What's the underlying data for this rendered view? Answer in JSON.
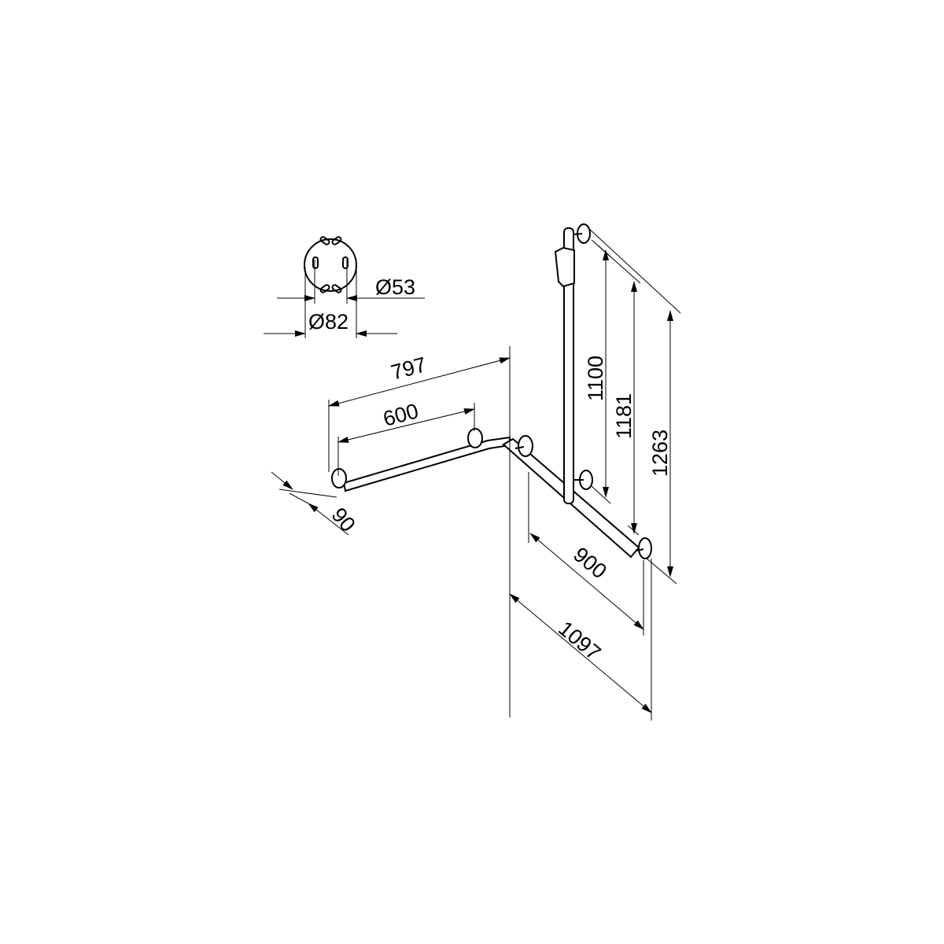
{
  "rosette": {
    "outer_diameter": "Ø82",
    "hole_circle_diameter": "Ø53"
  },
  "dimensions": {
    "overall_horizontal": "797",
    "horizontal_rail": "600",
    "wall_offset": "90",
    "vertical_rail": "1100",
    "vertical_mid": "1181",
    "vertical_overall": "1263",
    "diagonal_rail": "900",
    "diagonal_overall": "1097"
  },
  "colors": {
    "line": "#000000",
    "background": "#ffffff"
  }
}
